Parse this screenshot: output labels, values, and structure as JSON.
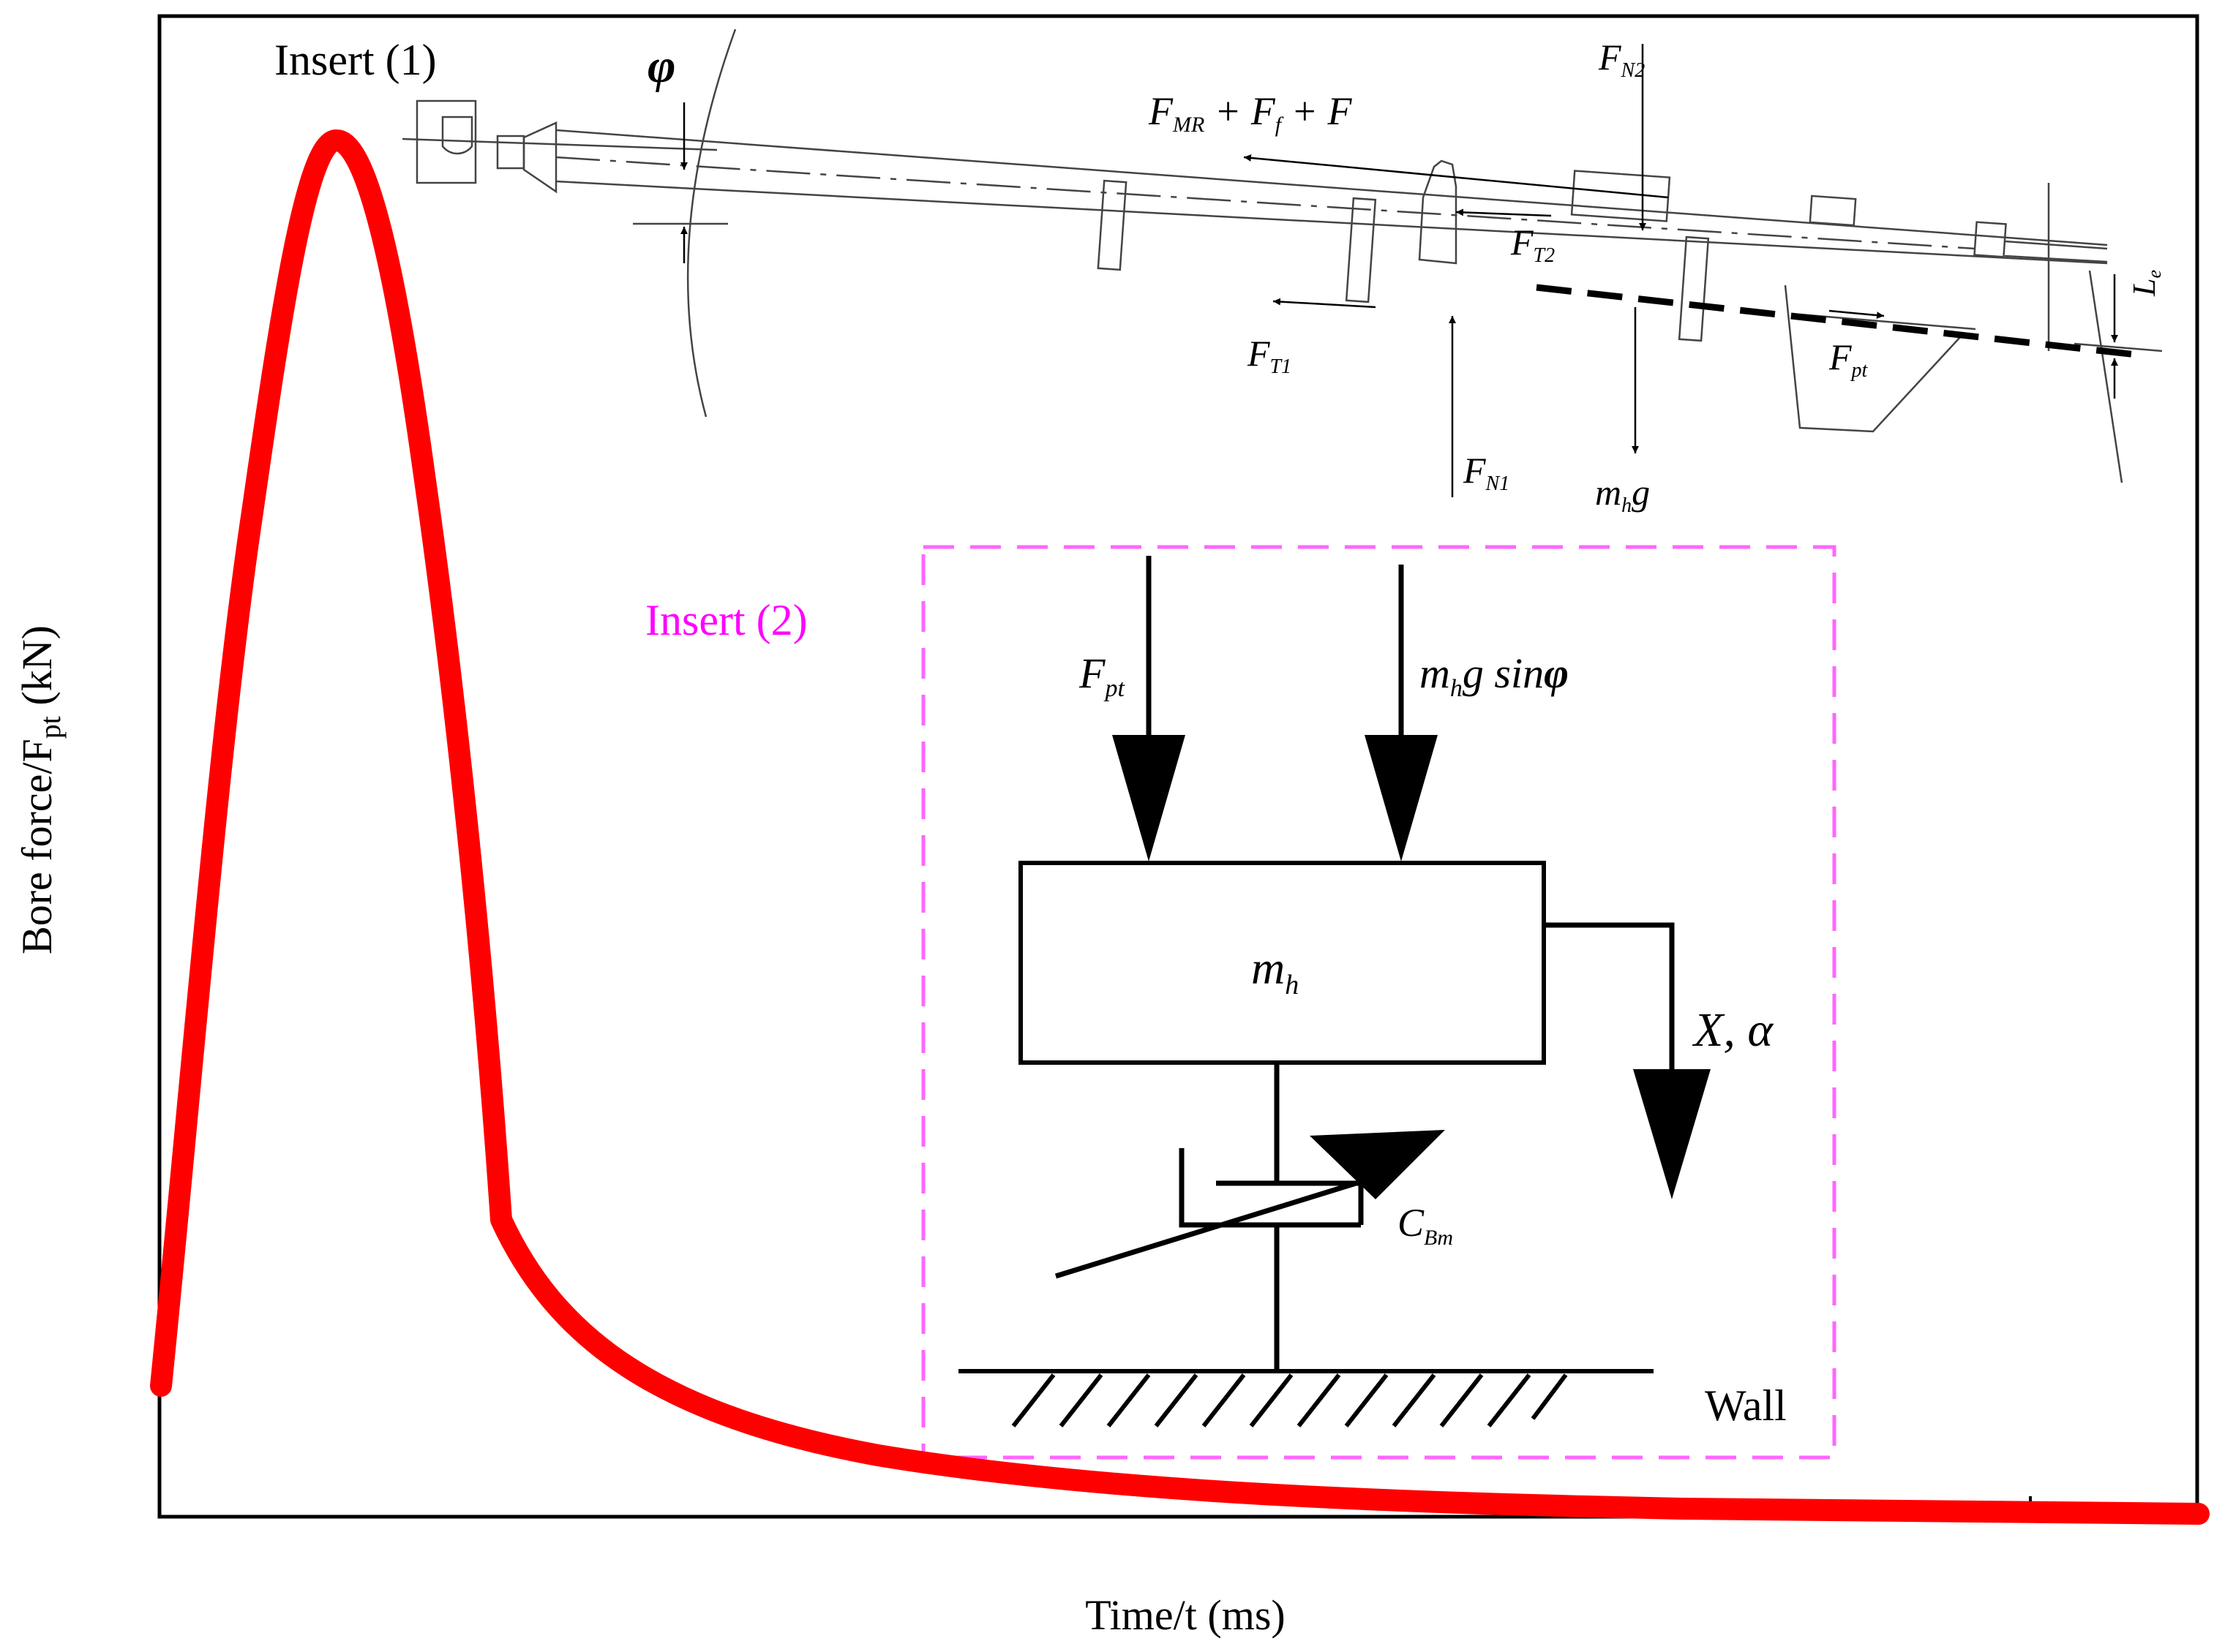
{
  "colors": {
    "curve": "#ff0000",
    "insert2": "#ff66ff",
    "insert2_text": "#ff00ff",
    "ink": "#000000",
    "drawing": "#444444"
  },
  "axes": {
    "xlabel": "Time/t (ms)",
    "ylabel": "Bore force/F",
    "ylabel_sub": "pt",
    "ylabel_unit": " (kN)"
  },
  "chart_data": {
    "type": "line",
    "xlabel": "Time/t (ms)",
    "ylabel": "Bore force/Fpt (kN)",
    "tick_labels": "none",
    "grid": false,
    "series": [
      {
        "values": "single red pulse: rises from ~8% of full scale to a sharp peak near 8.5% of time span, falls to ~21% near 17% of time, then decays exponentially to ~0 by end"
      }
    ]
  },
  "insert1": {
    "title": "Insert (1)",
    "phi": "φ",
    "f_mr": "F",
    "f_mr_sub": "MR",
    "plus1": " + F",
    "f_f_sub": "f",
    "plus2": " + F",
    "f_n2": "F",
    "f_n2_sub": "N2",
    "f_t2": "F",
    "f_t2_sub": "T2",
    "f_t1": "F",
    "f_t1_sub": "T1",
    "f_pt": "F",
    "f_pt_sub": "pt",
    "f_n1": "F",
    "f_n1_sub": "N1",
    "mhg_m": "m",
    "mhg_sub": "h",
    "mhg_g": "g",
    "le": "L",
    "le_sub": "e"
  },
  "insert2": {
    "title": "Insert (2)",
    "f_pt": "F",
    "f_pt_sub": "pt",
    "mg_m": "m",
    "mg_sub": "h",
    "mg_g": "g sin",
    "mg_phi": "φ",
    "mass_m": "m",
    "mass_sub": "h",
    "x_alpha": "X,  α",
    "c_bm": "C",
    "c_bm_sub": "Bm",
    "wall": "Wall"
  }
}
